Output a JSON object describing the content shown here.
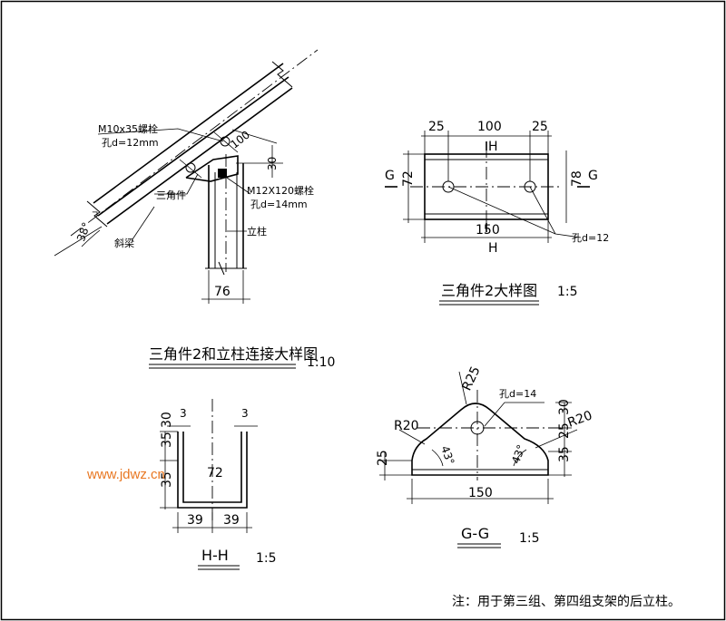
{
  "connection": {
    "bolt1_spec": "M10x35螺栓",
    "bolt1_hole": "孔d=12mm",
    "bracket_label": "三角件",
    "bolt2_spec": "M12X120螺栓",
    "bolt2_hole": "孔d=14mm",
    "post_label": "立柱",
    "beam_label": "斜梁",
    "dim_100": "100",
    "dim_30": "30",
    "dim_76": "76",
    "dim_38": "38°",
    "dim_k": "ㄱ",
    "title": "三角件2和立柱连接大样图",
    "scale": "1:10"
  },
  "detail": {
    "dim_25a": "25",
    "dim_100": "100",
    "dim_25b": "25",
    "section_h": "H",
    "section_g": "G",
    "dim_72": "72",
    "dim_78": "78",
    "dim_150": "150",
    "hole_note": "孔d=12",
    "title": "三角件2大样图",
    "scale": "1:5"
  },
  "section_hh": {
    "dim_3a": "3",
    "dim_3b": "3",
    "dim_35a": "35",
    "dim_30": "30",
    "dim_35b": "35",
    "dim_72": "72",
    "dim_39a": "39",
    "dim_39b": "39",
    "title": "H-H",
    "scale": "1:5"
  },
  "section_gg": {
    "r25": "R25",
    "hole_note": "孔d=14",
    "r20a": "R20",
    "r20b": "R20",
    "dim_30": "30",
    "dim_25a": "25",
    "dim_35": "35",
    "dim_25b": "25",
    "ang_a": "43°",
    "ang_b": "43°",
    "dim_150": "150",
    "title": "G-G",
    "scale": "1:5"
  },
  "note": "注：用于第三组、第四组支架的后立柱。",
  "watermark": "www.jdwz.cn",
  "colors": {
    "line": "#000000",
    "watermark": "#e87722",
    "background": "#ffffff"
  }
}
